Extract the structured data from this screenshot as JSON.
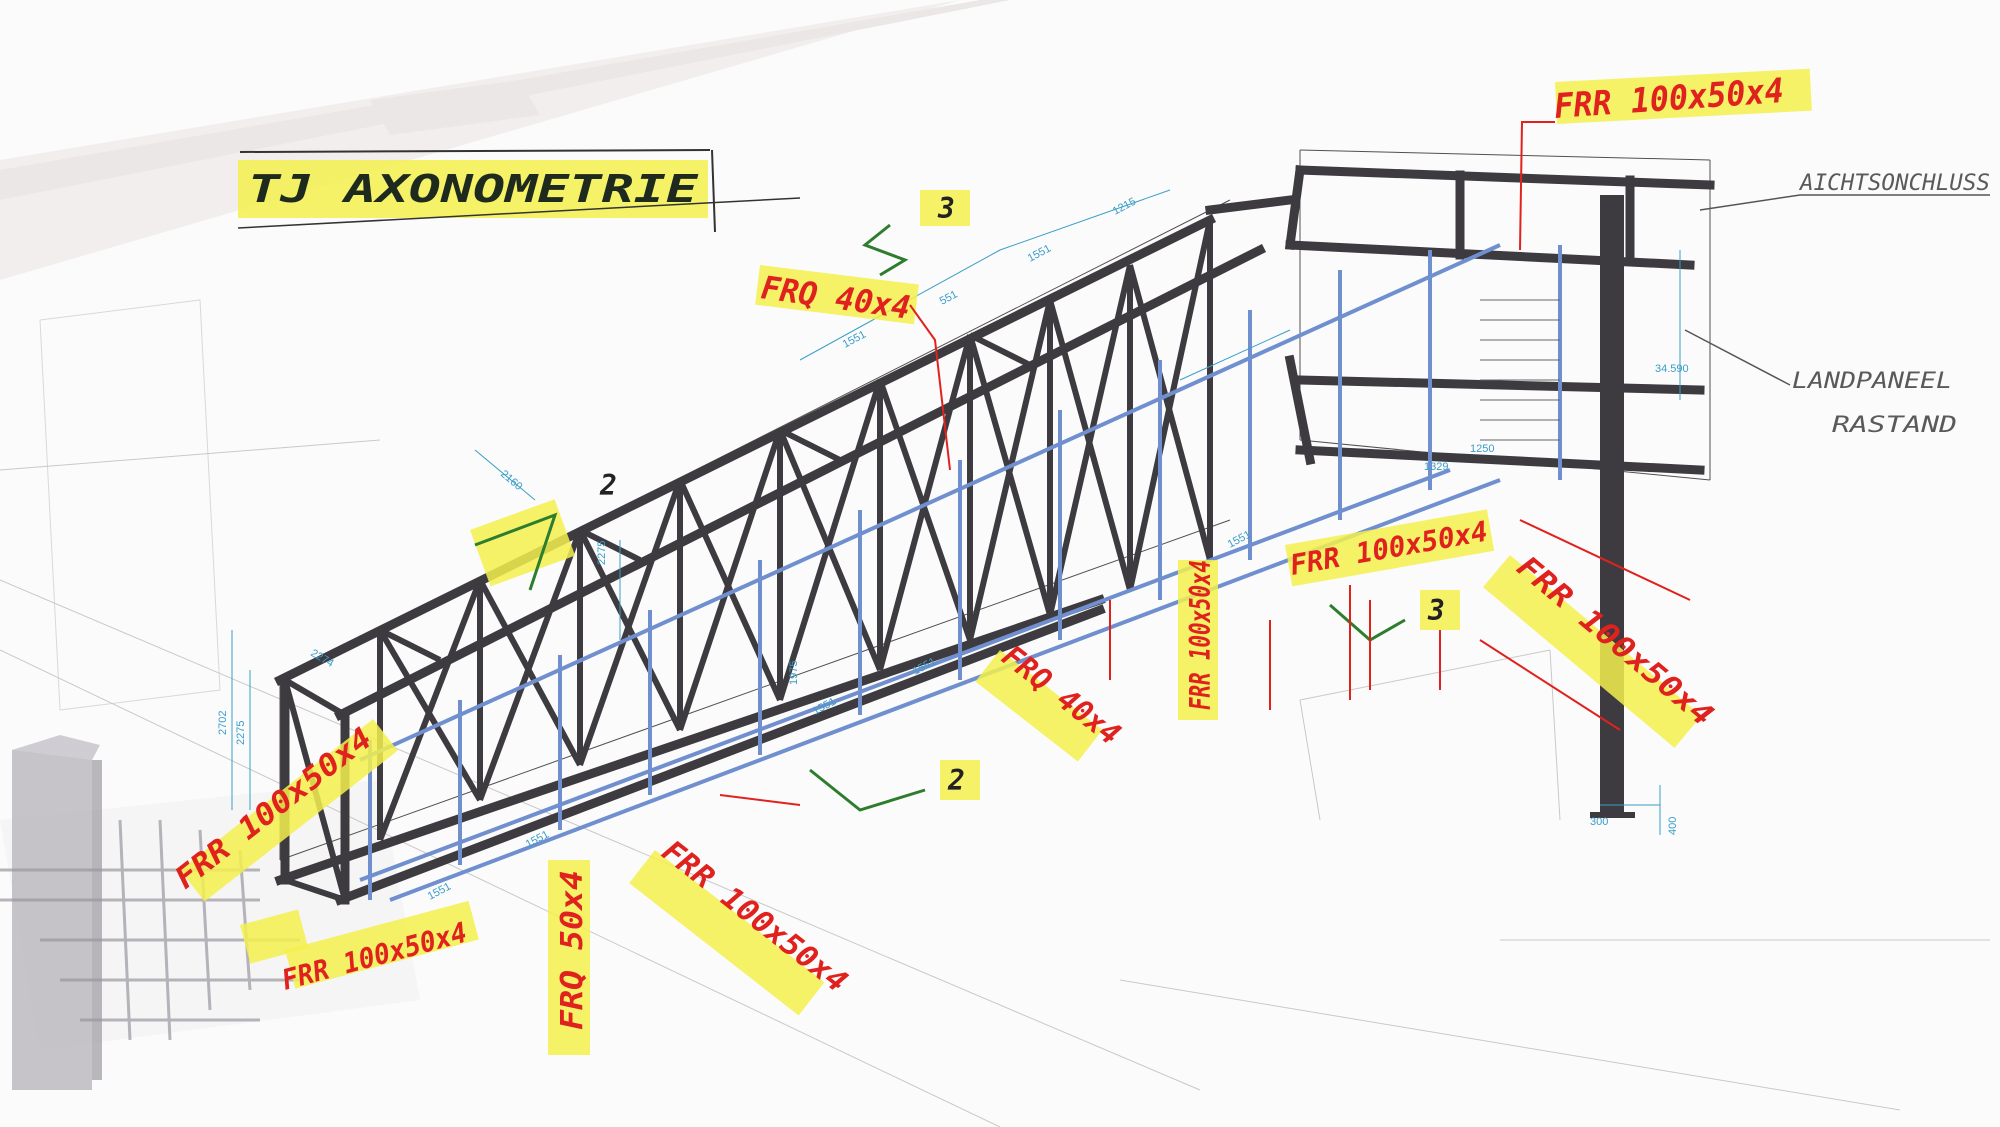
{
  "title": "TJ AXONOMETRIE",
  "notes": {
    "right_top": "AICHTSONCHLUSS",
    "right_mid_1": "LANDPANEEL",
    "right_mid_2": "RASTAND"
  },
  "profiles": {
    "top_right": "FRR 100x50x4",
    "top_center": "FRQ 40x4",
    "mid_left": "FRR 100x50x4",
    "bottom_left_1": "FRR 100x50x4",
    "bottom_left_2": "FRQ 50x4",
    "bottom_center": "FRR 100x50x4",
    "center_right": "FRQ 40x4",
    "right_1": "FRR 100x50x4",
    "right_2": "FRR 100x50x4",
    "right_far": "FRR 100x50x4"
  },
  "section_marks": {
    "a": "3",
    "b": "2",
    "c": "2",
    "d": "3"
  },
  "dimensions": {
    "d1": "2160",
    "d2": "2275",
    "d3": "2702",
    "d4": "2275",
    "d5": "2274",
    "d6": "1551",
    "d7": "1551",
    "d8": "1551",
    "d9": "1551",
    "d10": "1215",
    "d11": "1551",
    "d12": "1551",
    "d13": "1329",
    "d14": "1250",
    "d15": "34.590",
    "d16": "300",
    "d17": "400",
    "d18": "1975",
    "d19": "1551",
    "d20": "551"
  }
}
